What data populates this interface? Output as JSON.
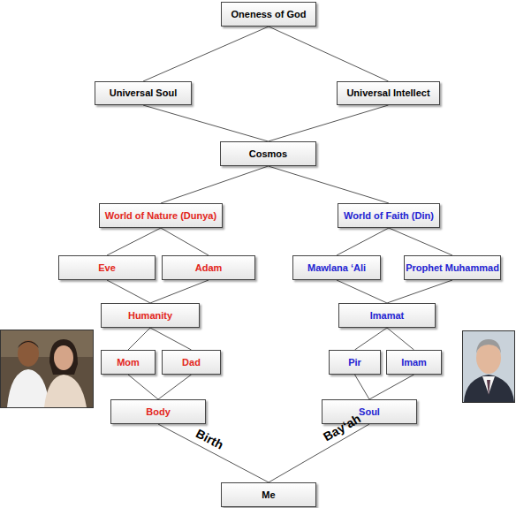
{
  "diagram": {
    "nodes": [
      {
        "text": [
          "Oneness of God"
        ]
      },
      {
        "text": [
          "Universal Soul"
        ]
      },
      {
        "text": [
          "Universal Intellect"
        ]
      },
      {
        "text": [
          "Cosmos"
        ]
      },
      {
        "text": [
          "World of Nature (Dunya)"
        ]
      },
      {
        "text": [
          "World of Faith (Din)"
        ]
      },
      {
        "text": [
          "Eve"
        ]
      },
      {
        "text": [
          "Adam"
        ]
      },
      {
        "text": [
          "Mawlana ‘Ali"
        ]
      },
      {
        "text": [
          "Prophet Muhammad"
        ]
      },
      {
        "text": [
          "Humanity"
        ]
      },
      {
        "text": [
          "Imamat"
        ]
      },
      {
        "text": [
          "Mom"
        ]
      },
      {
        "text": [
          "Dad"
        ]
      },
      {
        "text": [
          "Pir"
        ]
      },
      {
        "text": [
          "Imam"
        ]
      },
      {
        "text": [
          "Body"
        ]
      },
      {
        "text": [
          "Soul"
        ]
      },
      {
        "text": [
          "Me"
        ]
      }
    ],
    "edges": [
      {
        "from": 0,
        "to": 1,
        "arrow": "none"
      },
      {
        "from": 0,
        "to": 2,
        "arrow": "none"
      },
      {
        "from": 1,
        "to": 3,
        "arrow": "none"
      },
      {
        "from": 2,
        "to": 3,
        "arrow": "none"
      },
      {
        "from": 3,
        "to": 4,
        "arrow": "none"
      },
      {
        "from": 3,
        "to": 5,
        "arrow": "none"
      },
      {
        "from": 4,
        "to": 6,
        "arrow": "none"
      },
      {
        "from": 4,
        "to": 7,
        "arrow": "none"
      },
      {
        "from": 5,
        "to": 8,
        "arrow": "none"
      },
      {
        "from": 5,
        "to": 9,
        "arrow": "none"
      },
      {
        "from": 6,
        "to": 10,
        "arrow": "none"
      },
      {
        "from": 7,
        "to": 10,
        "arrow": "none"
      },
      {
        "from": 8,
        "to": 11,
        "arrow": "none"
      },
      {
        "from": 9,
        "to": 11,
        "arrow": "none"
      },
      {
        "from": 10,
        "to": 12,
        "arrow": "none"
      },
      {
        "from": 10,
        "to": 13,
        "arrow": "none"
      },
      {
        "from": 11,
        "to": 14,
        "arrow": "none"
      },
      {
        "from": 11,
        "to": 15,
        "arrow": "none"
      },
      {
        "from": 12,
        "to": 16,
        "arrow": "none"
      },
      {
        "from": 13,
        "to": 16,
        "arrow": "none"
      },
      {
        "from": 14,
        "to": 17,
        "arrow": "none"
      },
      {
        "from": 15,
        "to": 17,
        "arrow": "none"
      },
      {
        "from": 16,
        "to": 18,
        "label": "Birth",
        "arrow": "none"
      },
      {
        "from": 17,
        "to": 18,
        "label": "Bay‘ah",
        "arrow": "none"
      }
    ]
  }
}
